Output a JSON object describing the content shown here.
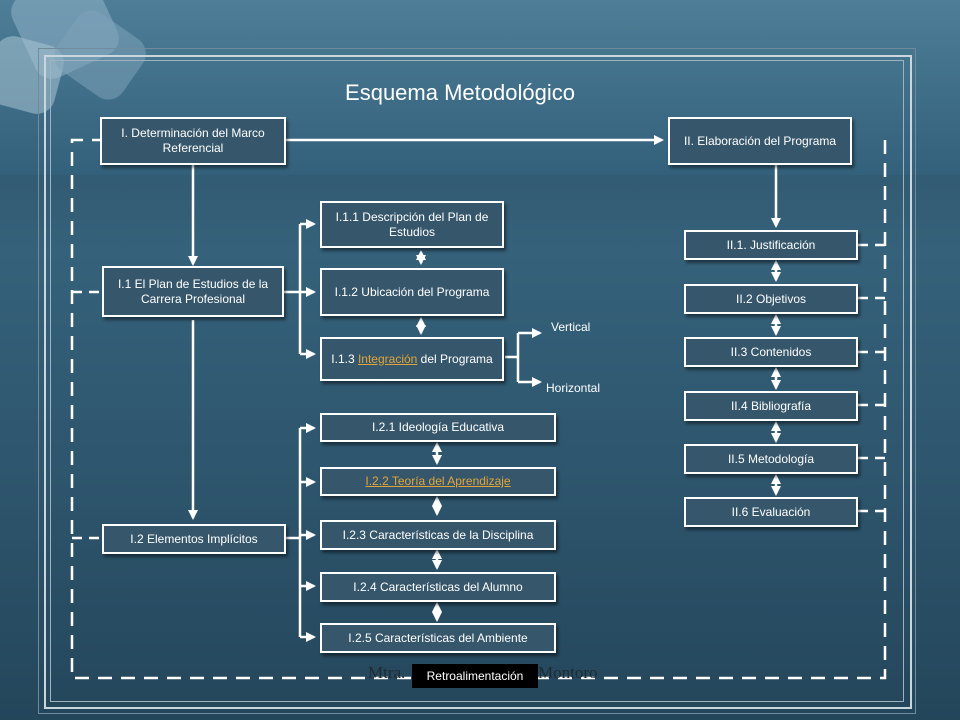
{
  "title": "Esquema Metodológico",
  "section_one": {
    "main": "I. Determinación del Marco Referencial",
    "plan": "I.1 El Plan de Estudios de la Carrera Profesional",
    "implicit": "I.2 Elementos Implícitos",
    "plan_items": {
      "desc": "I.1.1 Descripción del Plan de Estudios",
      "ubic": "I.1.2 Ubicación del Programa",
      "integ_prefix": "I.1.3 ",
      "integ_link": "Integración",
      "integ_suffix": " del Programa"
    },
    "integration_branches": {
      "vertical": "Vertical",
      "horizontal": "Horizontal"
    },
    "implicit_items": {
      "ideologia": "I.2.1 Ideología Educativa",
      "teoria": "I.2.2 Teoría  del Aprendizaje",
      "disciplina": "I.2.3 Características  de la Disciplina",
      "alumno": "I.2.4 Características  del Alumno",
      "ambiente": "I.2.5 Características  del Ambiente"
    }
  },
  "section_two": {
    "main": "II.  Elaboración del Programa",
    "justificacion": "II.1.  Justificación",
    "objetivos": "II.2 Objetivos",
    "contenidos": "II.3 Contenidos",
    "bibliografia": "II.4 Bibliografía",
    "metodologia": "II.5 Metodología",
    "evaluacion": "II.6 Evaluación"
  },
  "footer": {
    "left": "Mtra.",
    "right": "Montoro",
    "retro": "Retroalimentación"
  },
  "colors": {
    "box_bg": "#36576b",
    "line": "#ffffff",
    "link": "#e0a53a"
  }
}
